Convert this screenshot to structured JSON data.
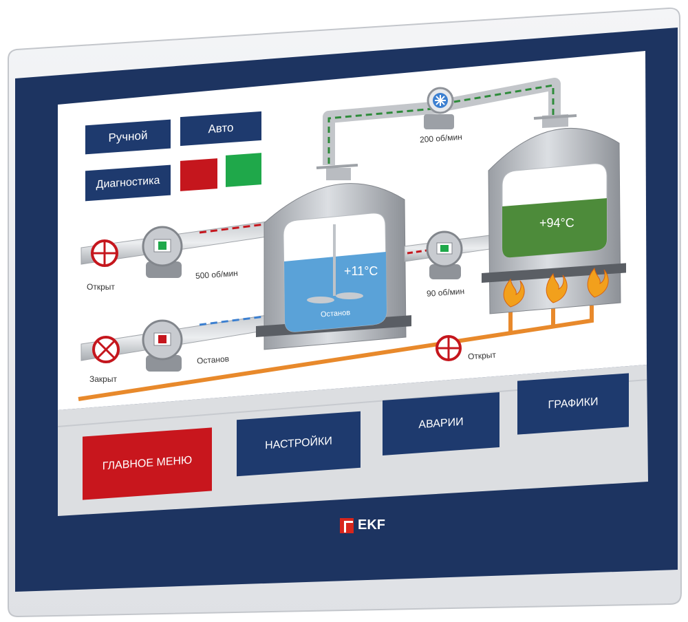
{
  "modes": {
    "manual_label": "Ручной",
    "auto_label": "Авто",
    "diagnostics_label": "Диагностика",
    "indicator_red": "#c5161d",
    "indicator_green": "#1fa84a"
  },
  "pipeline_top": {
    "valve_status": "Открыт",
    "pump_speed": "500 об/мин"
  },
  "pipeline_bottom": {
    "valve_status": "Закрыт",
    "pump_status": "Останов"
  },
  "tank_left": {
    "temperature": "+11°C",
    "mixer_status": "Останов"
  },
  "fan": {
    "speed": "200 об/мин"
  },
  "middle_pump": {
    "speed": "90 об/мин"
  },
  "tank_right": {
    "temperature": "+94°C"
  },
  "gas_valve": {
    "status": "Открыт"
  },
  "nav": {
    "main_menu": "ГЛАВНОЕ МЕНЮ",
    "settings": "НАСТРОЙКИ",
    "alarms": "АВАРИИ",
    "graphs": "ГРАФИКИ"
  },
  "brand": {
    "name": "EKF"
  },
  "colors": {
    "bezel": "#1d3461",
    "button_blue": "#1e3a6e",
    "button_red": "#c8161d",
    "orange_pipe": "#e8892b",
    "water": "#5aa2d8",
    "hot_liquid": "#4d8b3a"
  }
}
